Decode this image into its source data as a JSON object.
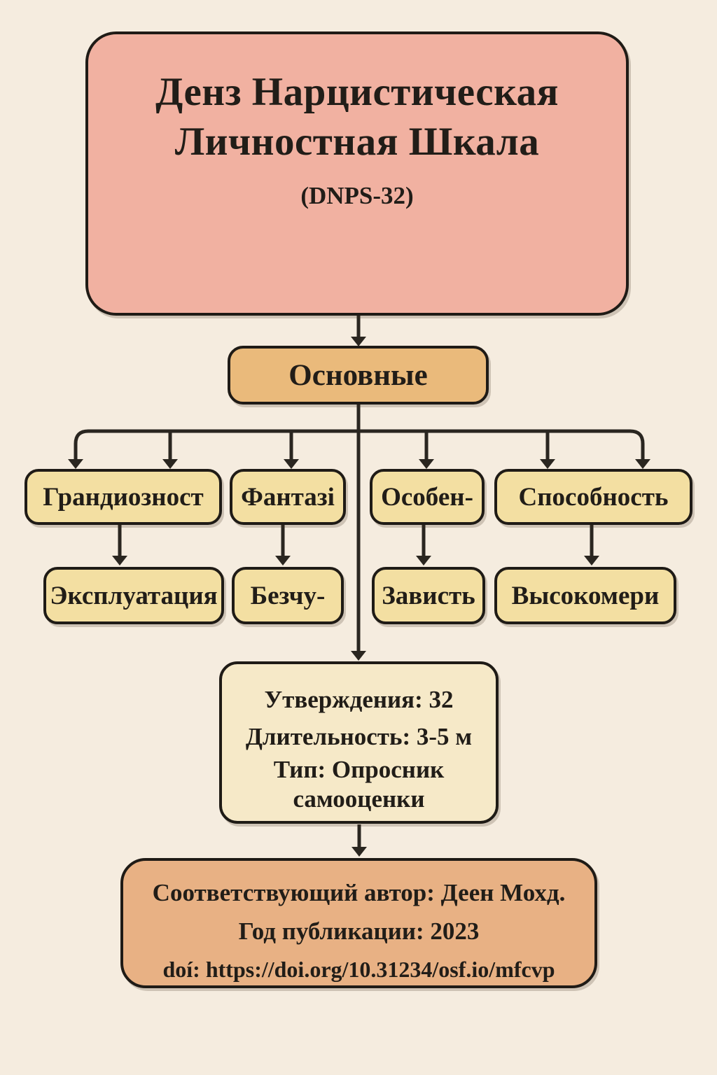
{
  "diagram": {
    "title": {
      "line1": "Денз Нарцистическая",
      "line2": "Личностная Шкала",
      "code": "(DNPS-32)"
    },
    "root": {
      "label": "Основные"
    },
    "facets": [
      {
        "label": "Грандиозност",
        "child": "Эксплуатация"
      },
      {
        "label": "Фантазі",
        "child": "Безчу-"
      },
      {
        "label": "Особен-",
        "child": "Зависть"
      },
      {
        "label": "Способность",
        "child": "Высокомери"
      }
    ],
    "info": {
      "lines": [
        "Утверждения: 32",
        "Длительность: 3-5 м",
        "Тип: Опросник",
        "самооценки"
      ]
    },
    "footer": {
      "author_line": "Соответствующий автор: Деен Мохд.",
      "year_line": "Год публикации: 2023",
      "doi_line": "doí: https://doi.org/10.31234/osf.io/mfcvp"
    },
    "colors": {
      "background": "#f5ecdf",
      "title_box": "#f1b1a1",
      "root_box": "#eaba7b",
      "facet_box": "#f3dfa2",
      "info_box": "#f6e9c8",
      "footer_box": "#e8b184",
      "border": "#1f1b16",
      "arrow": "#2a2620",
      "text": "#211d18"
    }
  }
}
